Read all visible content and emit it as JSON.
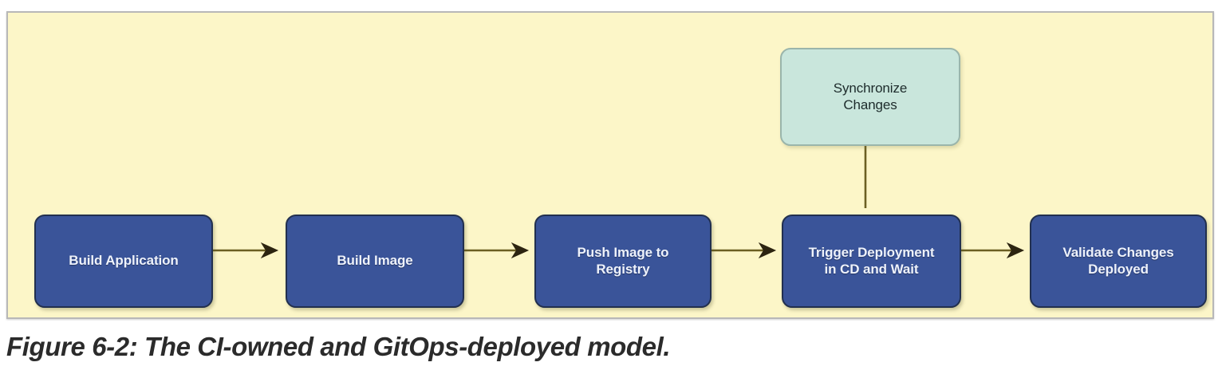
{
  "figure": {
    "caption": "Figure 6-2: The CI-owned and GitOps-deployed model.",
    "background_color": "#fcf6c8",
    "frame_border_color": "#b8b8b8"
  },
  "diagram": {
    "type": "flowchart",
    "orientation": "left-to-right",
    "node_colors": {
      "process_fill": "#3a5499",
      "process_border": "#22304f",
      "process_text": "#eef2fb",
      "sync_fill": "#c9e6dc",
      "sync_border": "#9ab5ab",
      "sync_text": "#1d2b2b",
      "arrow": "#6b5f22"
    },
    "nodes": [
      {
        "id": "build-application",
        "label": "Build Application",
        "kind": "process"
      },
      {
        "id": "build-image",
        "label": "Build Image",
        "kind": "process"
      },
      {
        "id": "push-image",
        "label": "Push Image to\nRegistry",
        "kind": "process"
      },
      {
        "id": "trigger-deploy",
        "label": "Trigger Deployment\nin CD and Wait",
        "kind": "process"
      },
      {
        "id": "validate-changes",
        "label": "Validate Changes\nDeployed",
        "kind": "process"
      },
      {
        "id": "synchronize",
        "label": "Synchronize\nChanges",
        "kind": "sync"
      }
    ],
    "edges": [
      {
        "from": "build-application",
        "to": "build-image",
        "direction": "right"
      },
      {
        "from": "build-image",
        "to": "push-image",
        "direction": "right"
      },
      {
        "from": "push-image",
        "to": "trigger-deploy",
        "direction": "right"
      },
      {
        "from": "trigger-deploy",
        "to": "validate-changes",
        "direction": "right"
      },
      {
        "from": "trigger-deploy",
        "to": "synchronize",
        "direction": "up"
      }
    ]
  }
}
